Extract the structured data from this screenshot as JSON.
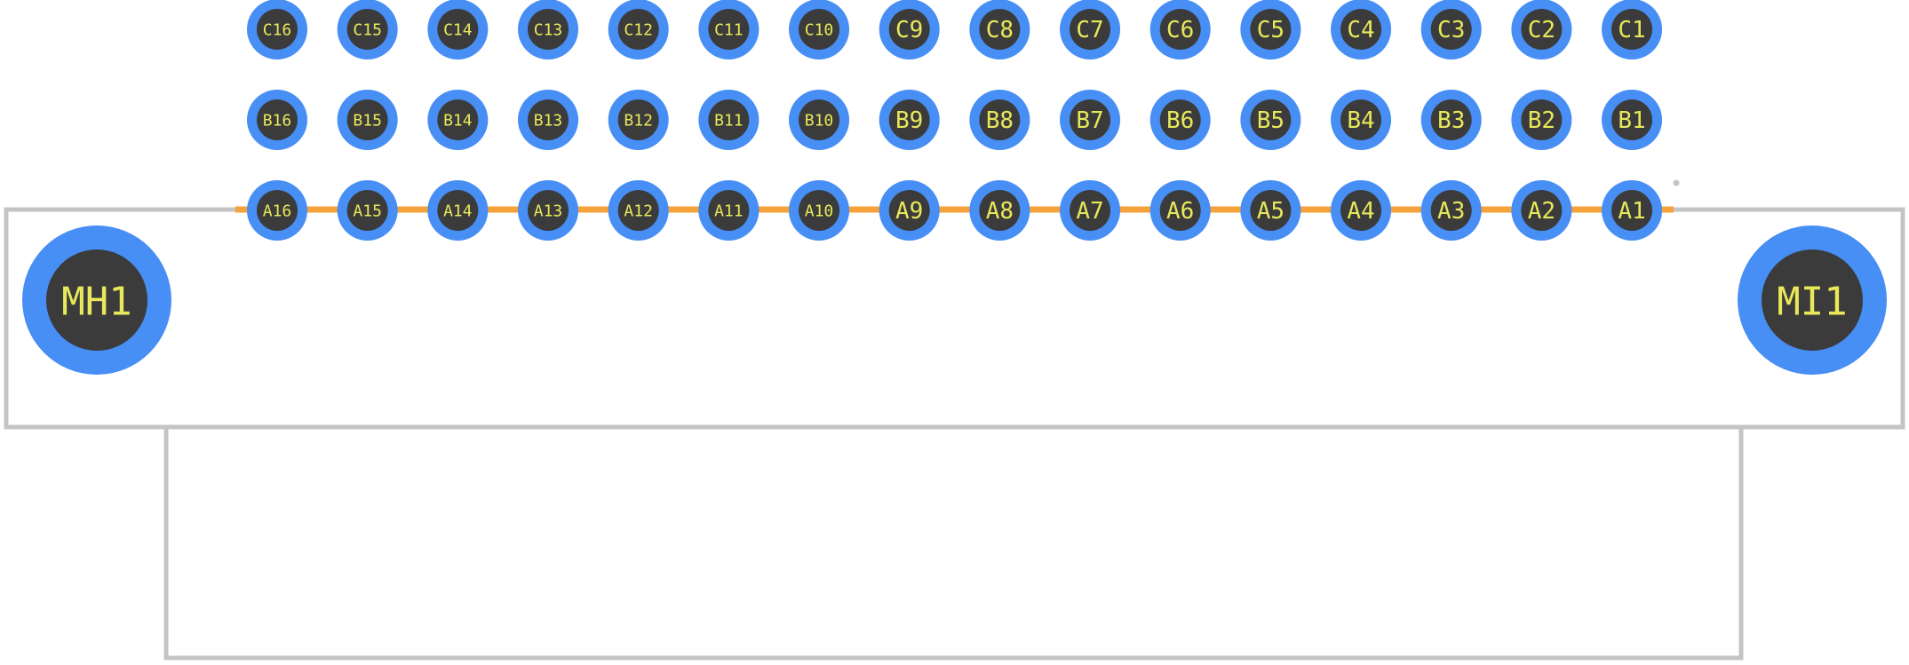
{
  "colors": {
    "background": "#ffffff",
    "outline": "#c4c4c4",
    "pad_ring": "#478ef5",
    "pad_hole": "#3b3b3b",
    "label": "#e8e85a",
    "trace": "#f5a23a"
  },
  "rows": [
    {
      "id": "C",
      "pins": [
        "C16",
        "C15",
        "C14",
        "C13",
        "C12",
        "C11",
        "C10",
        "C9",
        "C8",
        "C7",
        "C6",
        "C5",
        "C4",
        "C3",
        "C2",
        "C1"
      ]
    },
    {
      "id": "B",
      "pins": [
        "B16",
        "B15",
        "B14",
        "B13",
        "B12",
        "B11",
        "B10",
        "B9",
        "B8",
        "B7",
        "B6",
        "B5",
        "B4",
        "B3",
        "B2",
        "B1"
      ]
    },
    {
      "id": "A",
      "pins": [
        "A16",
        "A15",
        "A14",
        "A13",
        "A12",
        "A11",
        "A10",
        "A9",
        "A8",
        "A7",
        "A6",
        "A5",
        "A4",
        "A3",
        "A2",
        "A1"
      ]
    }
  ],
  "mounting_holes": {
    "left": "MH1",
    "right": "MI1"
  }
}
